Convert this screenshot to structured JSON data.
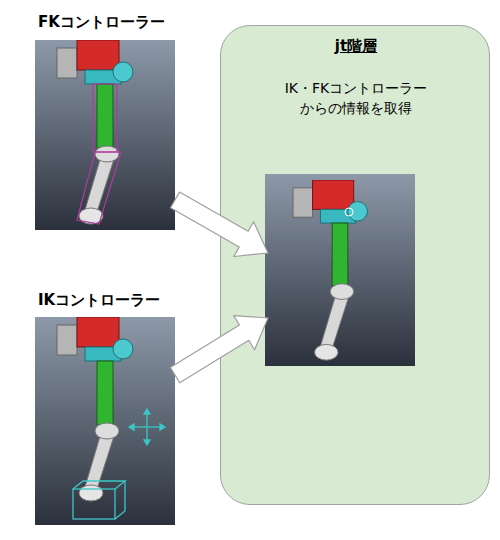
{
  "diagram": {
    "nodes": [
      {
        "text": [
          "FKコントローラー"
        ]
      },
      {
        "text": [
          "jt階層",
          "IK・FKコントローラー からの情報を取得"
        ]
      },
      {
        "text": [
          "IKコントローラー"
        ]
      }
    ],
    "edges": [
      {
        "from": 0,
        "to": 1,
        "arrow": "to"
      },
      {
        "from": 2,
        "to": 1,
        "arrow": "to"
      }
    ]
  }
}
